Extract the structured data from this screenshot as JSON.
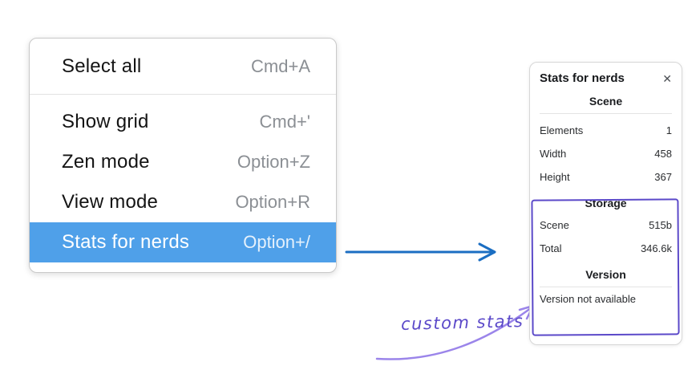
{
  "menu": {
    "items": [
      {
        "label": "Select all",
        "shortcut": "Cmd+A"
      },
      {
        "label": "Show grid",
        "shortcut": "Cmd+'"
      },
      {
        "label": "Zen mode",
        "shortcut": "Option+Z"
      },
      {
        "label": "View mode",
        "shortcut": "Option+R"
      },
      {
        "label": "Stats for nerds",
        "shortcut": "Option+/",
        "selected": true
      }
    ]
  },
  "panel": {
    "title": "Stats for nerds",
    "close_icon": "✕",
    "sections": [
      {
        "heading": "Scene",
        "rows": [
          [
            "Elements",
            "1"
          ],
          [
            "Width",
            "458"
          ],
          [
            "Height",
            "367"
          ]
        ]
      },
      {
        "heading": "Storage",
        "rows": [
          [
            "Scene",
            "515b"
          ],
          [
            "Total",
            "346.6k"
          ]
        ]
      },
      {
        "heading": "Version",
        "rows": [],
        "note": "Version not available"
      }
    ]
  },
  "annotation": {
    "label": "custom stats"
  },
  "colors": {
    "menu_highlight": "#4fa0e9",
    "flow_arrow_blue": "#1b6ec2",
    "annotation_purple": "#5b49c9",
    "annotation_arrow_purple": "#9b85ea"
  }
}
